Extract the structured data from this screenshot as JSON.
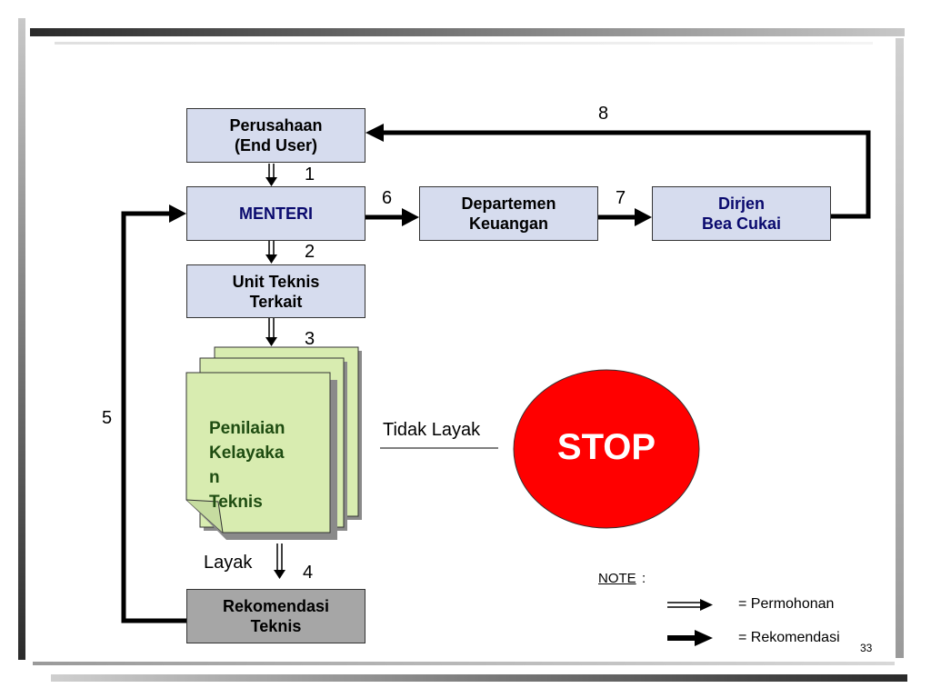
{
  "nodes": {
    "perusahaan": "Perusahaan\n(End User)",
    "menteri": "MENTERI",
    "departemen": "Departemen\nKeuangan",
    "dirjen": "Dirjen\nBea Cukai",
    "unit_teknis": "Unit Teknis\nTerkait",
    "penilaian": "Penilaian\nKelayaka\nn\nTeknis",
    "rekomendasi": "Rekomendasi\nTeknis",
    "stop": "STOP"
  },
  "edge_labels": {
    "e1": "1",
    "e2": "2",
    "e3": "3",
    "e4": "4",
    "e5": "5",
    "e6": "6",
    "e7": "7",
    "e8": "8",
    "layak": "Layak",
    "tidak_layak": "Tidak Layak"
  },
  "legend": {
    "title": "NOTE",
    "permohonan": "= Permohonan",
    "rekomendasi": "= Rekomendasi"
  },
  "page_number": "33",
  "colors": {
    "box_fill": "#d6dcee",
    "doc_fill": "#d8ecb0",
    "rekomendasi_fill": "#a6a6a6",
    "stop_fill": "#ff0000",
    "menteri_text": "#0a0a6e",
    "dirjen_text": "#0a0a6e",
    "doc_text": "#1f4d12"
  }
}
